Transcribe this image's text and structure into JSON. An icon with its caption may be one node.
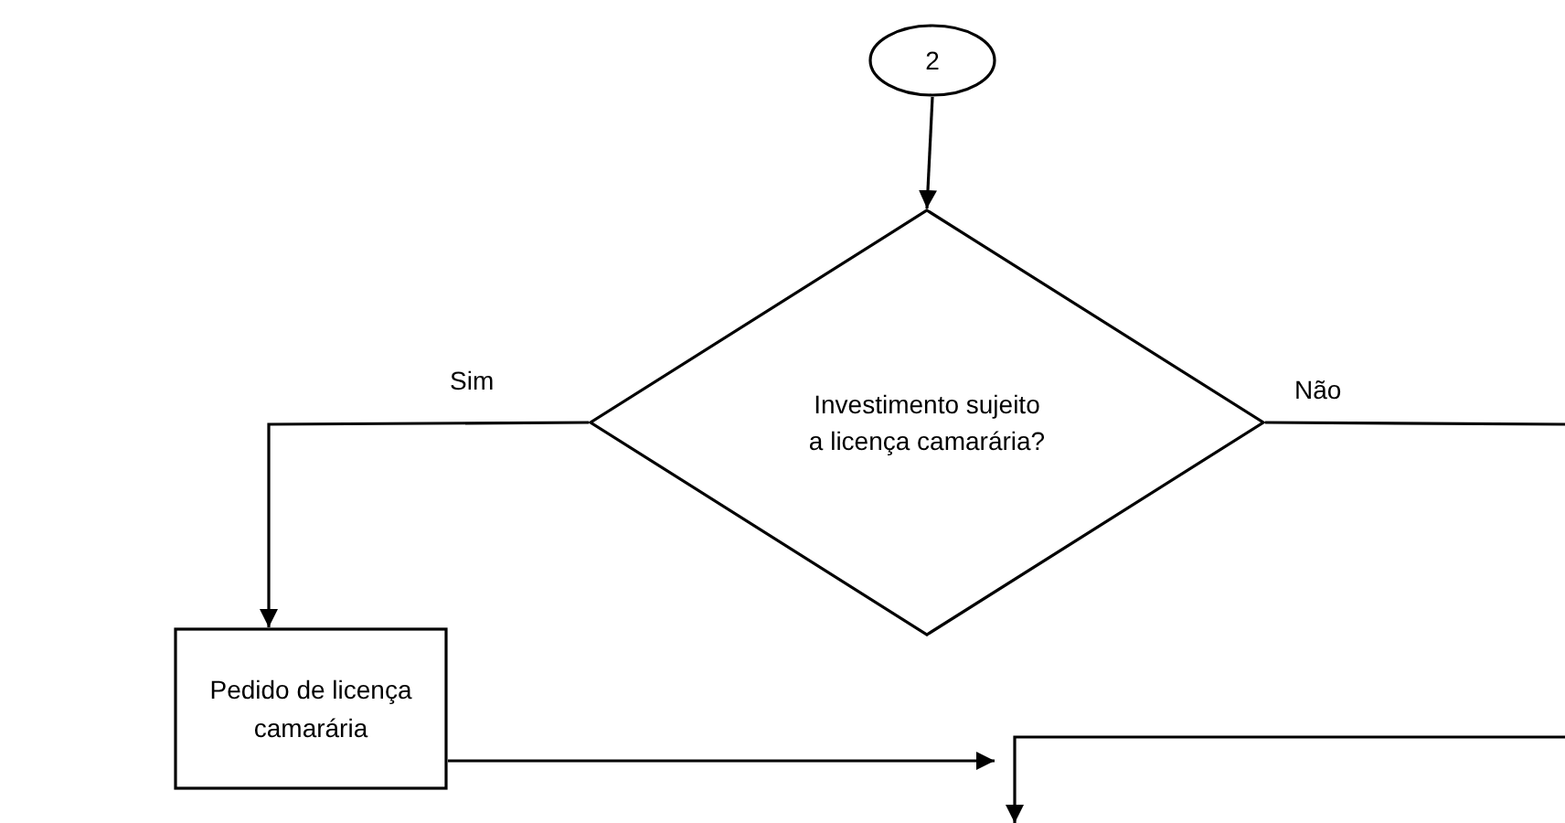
{
  "diagram": {
    "nodes": [
      {
        "text": [
          "2"
        ]
      },
      {
        "text": [
          "Investimento sujeito a licença camarária?"
        ]
      },
      {
        "text": [
          "Pedido de licença camarária"
        ]
      }
    ],
    "edges": [
      {
        "from": 0,
        "to": 1,
        "arrow": "to"
      },
      {
        "from": 1,
        "to": 2,
        "arrow": "to",
        "label": "Sim"
      },
      {
        "from": 1,
        "to": null,
        "arrow": "none",
        "label": "Não"
      },
      {
        "from": 2,
        "to": null,
        "arrow": "to"
      }
    ]
  }
}
